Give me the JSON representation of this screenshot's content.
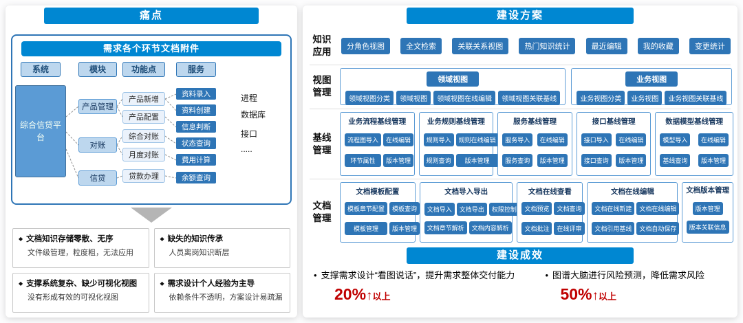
{
  "colors": {
    "banner_blue": "#0087d2",
    "chip_blue": "#2e75b6",
    "light_blue": "#bdd7ee",
    "metric_red": "#c00000"
  },
  "left": {
    "header": "痛点",
    "bullet_glyph": "◆",
    "diagram": {
      "title": "需求各个环节文档附件",
      "columns": {
        "system": {
          "label": "系统",
          "platform": "综合信贷平台"
        },
        "module": {
          "label": "模块",
          "items": [
            "产品管理",
            "对账",
            "信贷"
          ]
        },
        "function": {
          "label": "功能点",
          "items": [
            "产品新增",
            "产品配置",
            "综合对账",
            "月度对账",
            "贷款办理"
          ]
        },
        "service": {
          "label": "服务",
          "items": [
            "资料录入",
            "资料创建",
            "信息判断",
            "状态查询",
            "费用计算",
            "余额查询"
          ]
        }
      },
      "side_items": [
        "进程",
        "数据库",
        "接口",
        "....."
      ]
    },
    "pain_points": [
      {
        "title": "文档知识存储零散、无序",
        "desc": "文件级管理，粒度粗，无法应用"
      },
      {
        "title": "缺失的知识传承",
        "desc": "人员离岗知识断层"
      },
      {
        "title": "支撑系统复杂、缺少可视化视图",
        "desc": "没有形成有效的可视化视图"
      },
      {
        "title": "需求设计个人经验为主导",
        "desc": "依赖条件不透明，方案设计易疏漏"
      }
    ]
  },
  "right": {
    "header": "建设方案",
    "rows": {
      "knowledge": {
        "label": "知识应用",
        "buttons": [
          "分角色视图",
          "全文检索",
          "关联关系视图",
          "热门知识统计",
          "最近编辑",
          "我的收藏",
          "变更统计"
        ]
      },
      "view": {
        "label": "视图管理",
        "groups": [
          {
            "title": "领域视图",
            "buttons": [
              "领域视图分类",
              "领域视图",
              "领域视图在线编辑",
              "领域视图关联基线"
            ]
          },
          {
            "title": "业务视图",
            "buttons": [
              "业务视图分类",
              "业务视图",
              "业务视图关联基线"
            ]
          }
        ]
      },
      "baseline": {
        "label": "基线管理",
        "groups": [
          {
            "title": "业务流程基线管理",
            "buttons": [
              "流程图导入",
              "在线编辑",
              "环节属性",
              "版本管理"
            ]
          },
          {
            "title": "业务规则基线管理",
            "buttons": [
              "规则导入",
              "规则在线编辑",
              "规则查询",
              "版本管理"
            ]
          },
          {
            "title": "服务基线管理",
            "buttons": [
              "服务导入",
              "在线编辑",
              "服务查询",
              "版本管理"
            ]
          },
          {
            "title": "接口基线管理",
            "buttons": [
              "接口导入",
              "在线编辑",
              "接口查询",
              "版本管理"
            ]
          },
          {
            "title": "数据模型基线管理",
            "buttons": [
              "模型导入",
              "在线编辑",
              "基线查询",
              "版本管理"
            ]
          }
        ]
      },
      "document": {
        "label": "文档管理",
        "groups": [
          {
            "title": "文档模板配置",
            "buttons": [
              "模板章节配置",
              "模板查询",
              "模板管理",
              "版本管理"
            ]
          },
          {
            "title": "文档导入导出",
            "buttons": [
              "文档导入",
              "文档导出",
              "权限控制",
              "文档章节解析",
              "文档内容解析"
            ]
          },
          {
            "title": "文档在线查看",
            "buttons": [
              "文档预览",
              "文档查询",
              "文档批注",
              "在线评审"
            ]
          },
          {
            "title": "文档在线编辑",
            "buttons": [
              "文档在线新建",
              "文档在线编辑",
              "文档引用基线",
              "文档自动保存"
            ]
          },
          {
            "title": "文档版本管理",
            "buttons": [
              "版本管理",
              "版本关联信息"
            ]
          }
        ]
      }
    },
    "results": {
      "header": "建设成效",
      "bullet_glyph": "•",
      "items": [
        {
          "text": "支撑需求设计“看图说话”，提升需求整体交付能力",
          "metric": "20%",
          "arrow": "↑",
          "suffix": "以上"
        },
        {
          "text": "图谱大脑进行风险预测，降低需求风险",
          "metric": "50%",
          "arrow": "↑",
          "suffix": "以上"
        }
      ]
    }
  }
}
